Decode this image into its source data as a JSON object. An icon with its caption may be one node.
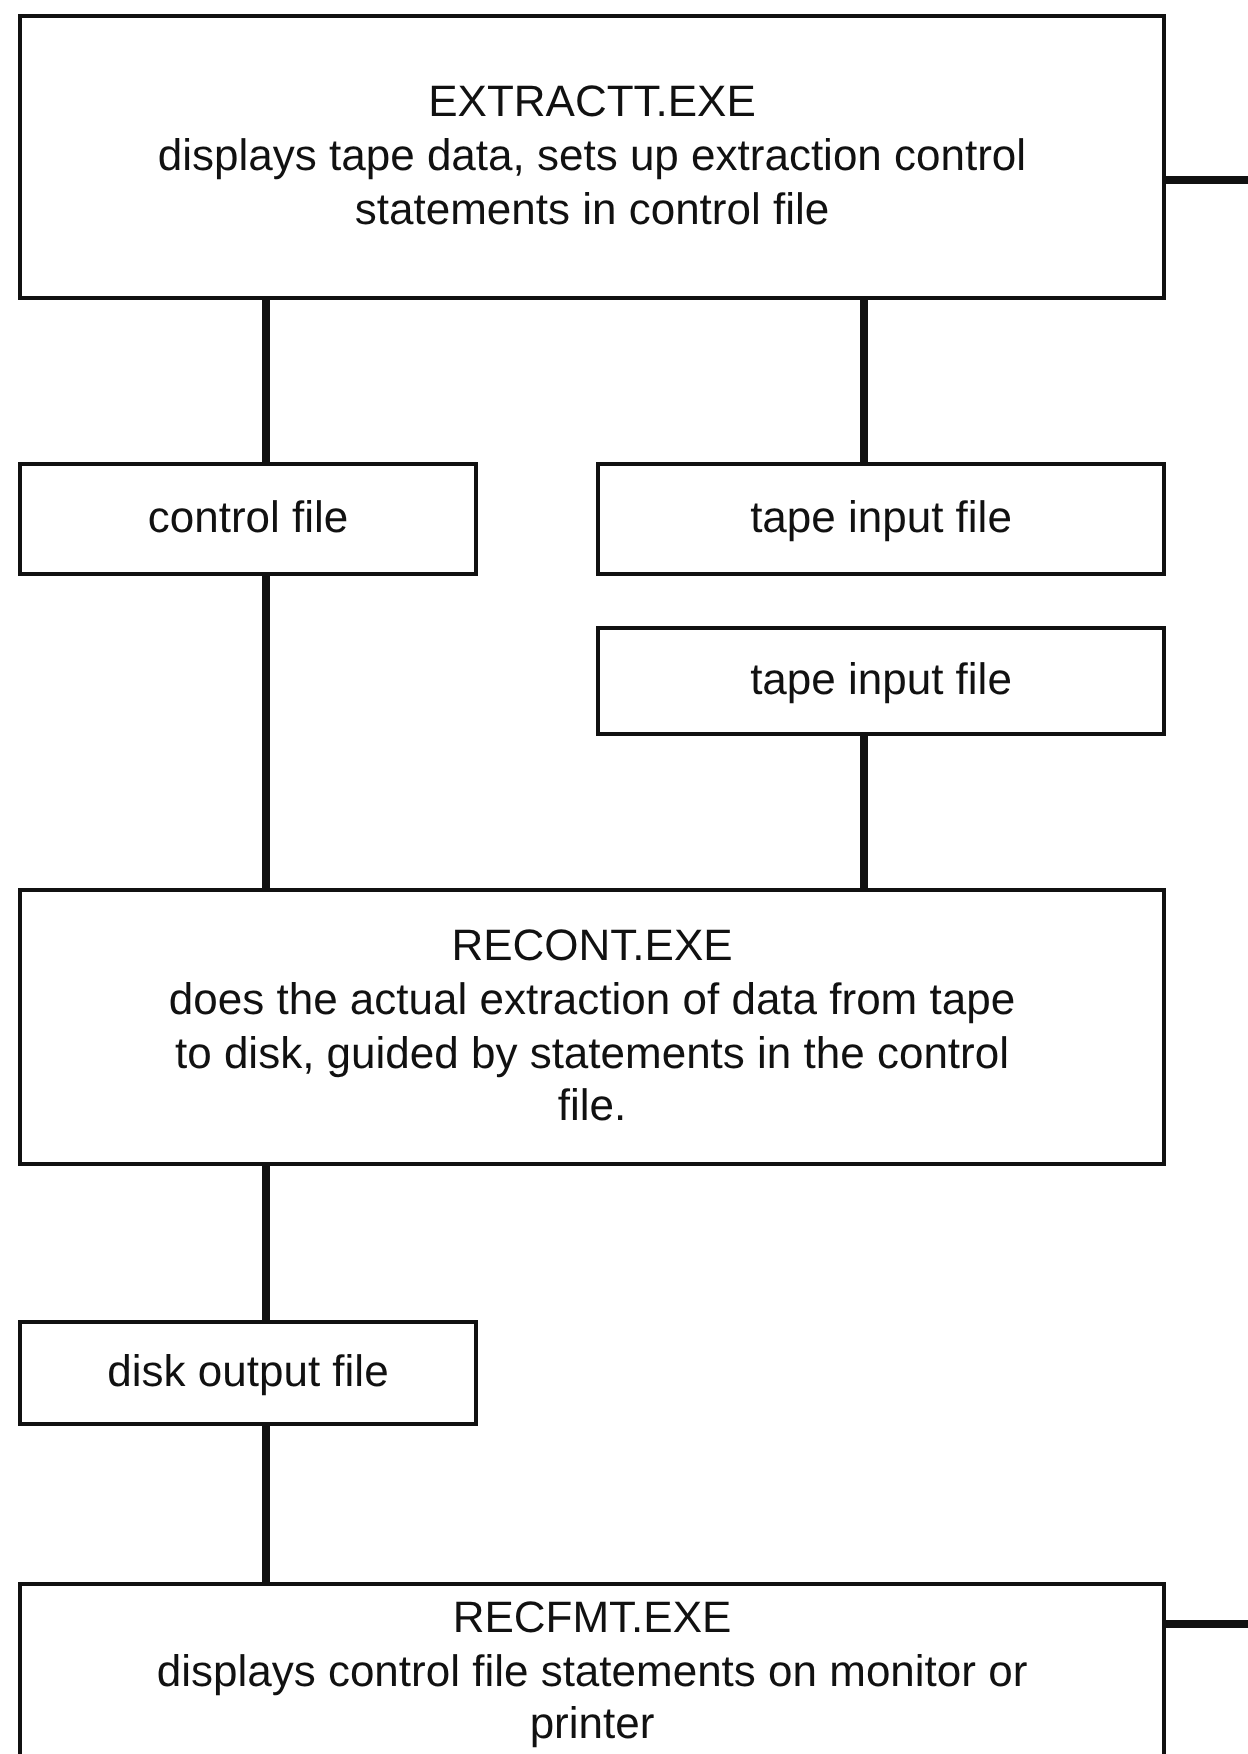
{
  "diagram": {
    "nodes": [
      {
        "text": [
          "EXTRACTT.EXE",
          "displays tape data, sets up extraction control statements in control file"
        ]
      },
      {
        "text": [
          "control file"
        ]
      },
      {
        "text": [
          "tape input file"
        ]
      },
      {
        "text": [
          "tape input file"
        ]
      },
      {
        "text": [
          "RECONT.EXE",
          "does the actual extraction of data from tape to disk, guided by statements in the control file."
        ]
      },
      {
        "text": [
          "disk output file"
        ]
      },
      {
        "text": [
          "RECFMT.EXE",
          "displays control file statements on monitor or printer"
        ]
      }
    ],
    "edges": [
      {
        "from": 0,
        "to": null,
        "arrow": "none"
      },
      {
        "from": 0,
        "to": 1,
        "arrow": "none"
      },
      {
        "from": 0,
        "to": 2,
        "arrow": "none"
      },
      {
        "from": 1,
        "to": 4,
        "arrow": "none"
      },
      {
        "from": 3,
        "to": 4,
        "arrow": "none"
      },
      {
        "from": 4,
        "to": 5,
        "arrow": "none"
      },
      {
        "from": 5,
        "to": 6,
        "arrow": "none"
      },
      {
        "from": 6,
        "to": null,
        "arrow": "none"
      }
    ]
  }
}
